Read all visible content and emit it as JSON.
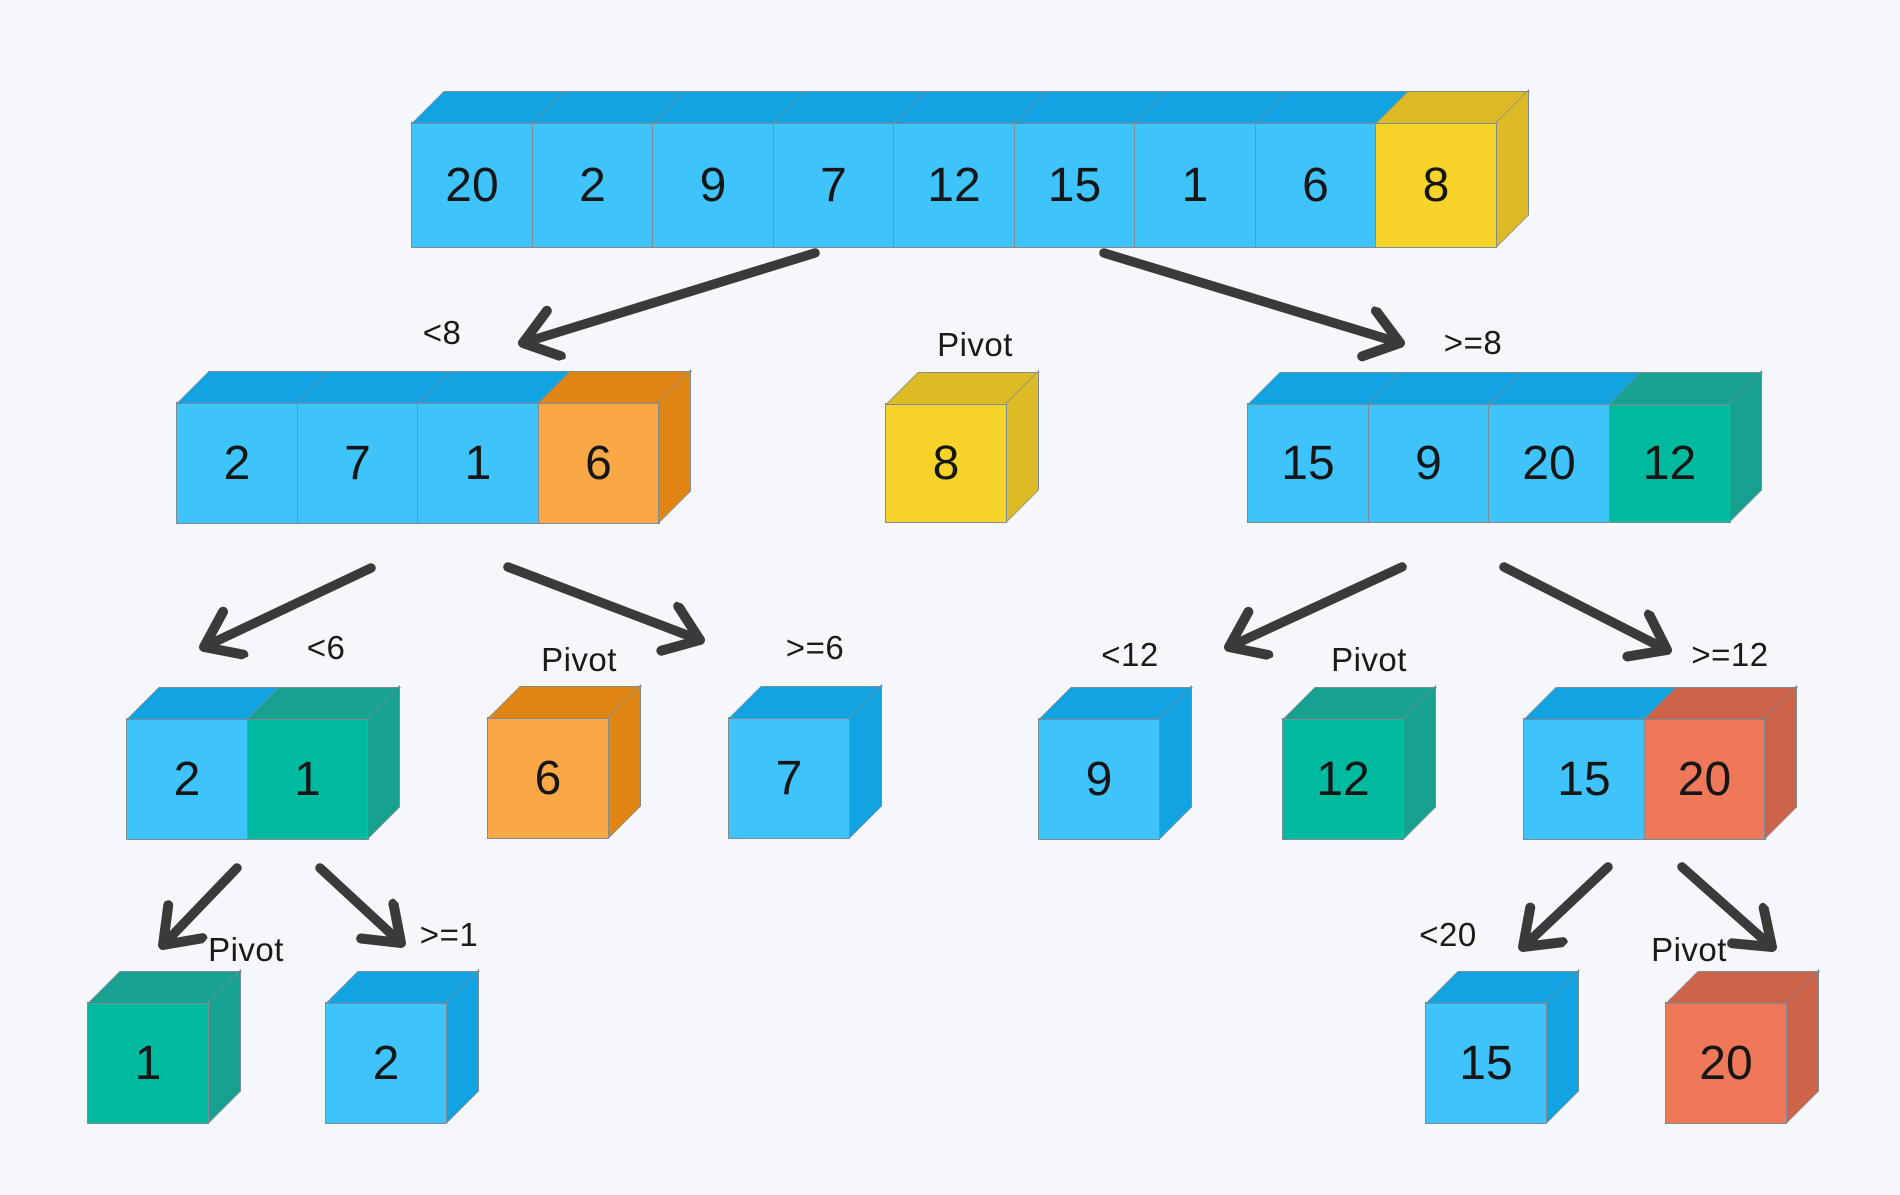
{
  "background": "#F5F7FA",
  "palette": {
    "blue_face": "#3EC3FB",
    "blue_dark": "#12A3E2",
    "yellow_face": "#F6D328",
    "yellow_dark": "#DCBB27",
    "orange_face": "#F9A845",
    "orange_dark": "#E08414",
    "teal_face": "#00BAA0",
    "teal_dark": "#17A191",
    "salmon_face": "#EE7857",
    "salmon_dark": "#CD6348",
    "arrow": "#3A3A3A"
  },
  "root_array": {
    "cells": [
      "20",
      "2",
      "9",
      "7",
      "12",
      "15",
      "1",
      "6",
      "8"
    ]
  },
  "level2": {
    "left_label": "<8",
    "left_array": [
      "2",
      "7",
      "1",
      "6"
    ],
    "pivot_label": "Pivot",
    "pivot_value": "8",
    "right_label": ">=8",
    "right_array": [
      "15",
      "9",
      "20",
      "12"
    ]
  },
  "level3": {
    "lt6_label": "<6",
    "lt6_array": [
      "2",
      "1"
    ],
    "pivot6_label": "Pivot",
    "pivot6_value": "6",
    "ge6_label": ">=6",
    "ge6_value": "7",
    "lt12_label": "<12",
    "lt12_value": "9",
    "pivot12_label": "Pivot",
    "pivot12_value": "12",
    "ge12_label": ">=12",
    "ge12_array": [
      "15",
      "20"
    ]
  },
  "level4": {
    "pivot1_label": "Pivot",
    "pivot1_value": "1",
    "ge1_label": ">=1",
    "ge1_value": "2",
    "lt20_label": "<20",
    "lt20_value": "15",
    "pivot20_label": "Pivot",
    "pivot20_value": "20"
  }
}
